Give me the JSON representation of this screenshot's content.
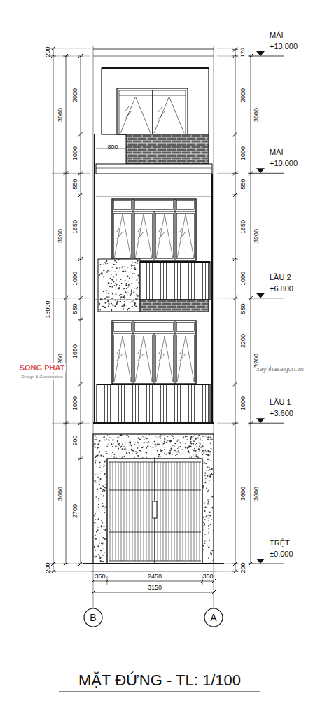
{
  "diagram": {
    "title": "MẶT ĐỨNG - TL: 1/100",
    "nodes": [
      {
        "text": [
          "B"
        ]
      },
      {
        "text": [
          "A"
        ]
      }
    ],
    "labels": [
      "MÁI",
      "+13.000",
      "MÁI",
      "+10.000",
      "LẦU 2",
      "+6.800",
      "LẦU 1",
      "+3.600",
      "TRỆT",
      "±0.000",
      "200",
      "13000",
      "200",
      "3000",
      "3200",
      "3200",
      "3600",
      "2000",
      "1000",
      "550",
      "1650",
      "1000",
      "550",
      "1650",
      "1000",
      "900",
      "2700",
      "170",
      "2000",
      "1000",
      "550",
      "1650",
      "1000",
      "550",
      "2200",
      "1000",
      "3600",
      "200",
      "3000",
      "3200",
      "3200",
      "3600",
      "800",
      "350",
      "2450",
      "350",
      "3150",
      "SONG PHAT",
      "Design & Construction",
      "xaynhasaigon.vn"
    ]
  }
}
